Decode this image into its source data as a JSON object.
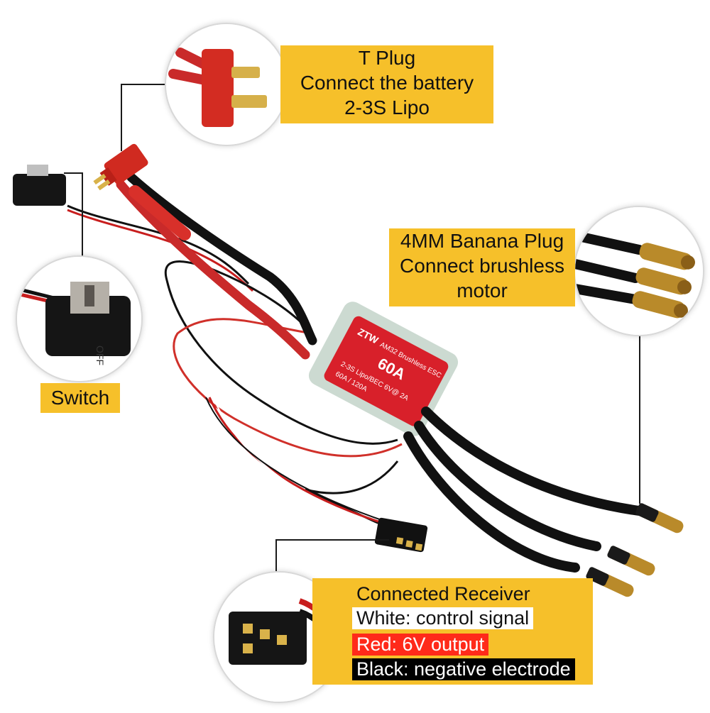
{
  "callouts": {
    "t_plug": {
      "lines": [
        "T Plug",
        "Connect the battery",
        "2-3S Lipo"
      ]
    },
    "banana_plug": {
      "lines": [
        "4MM Banana Plug",
        "Connect brushless",
        "motor"
      ]
    },
    "switch": {
      "label": "Switch"
    },
    "receiver": {
      "title": "Connected Receiver",
      "white": "White: control signal",
      "red": "Red: 6V output",
      "black": "Black: negative electrode"
    }
  },
  "esc_label": {
    "brand": "ZTW",
    "model": "AM32 Brushless ESC",
    "amps": "60A",
    "spec1": "2-3S Lipo/BEC 6V@ 2A",
    "spec2": "60A / 120A"
  },
  "switch_marking": "OFF",
  "colors": {
    "callout_yellow": "#f6c02a",
    "red_tag": "#ff2a1a",
    "black_tag": "#000000",
    "esc_red": "#d8202a"
  }
}
